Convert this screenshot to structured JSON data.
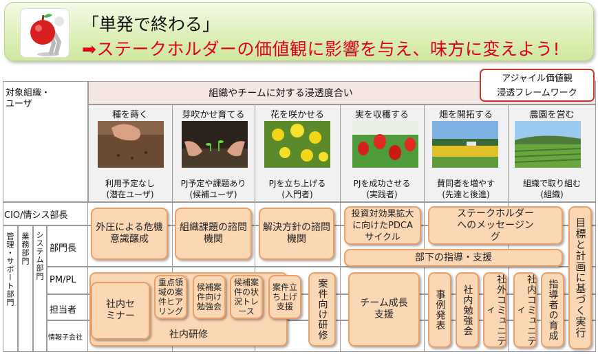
{
  "banner": {
    "line1": "「単発で終わる」",
    "line2_arrow": "➡",
    "line2": "ステークホルダーの価値観に影響を与え、味方に変えよう!"
  },
  "callout": {
    "line1": "アジャイル価値観",
    "line2": "浸透フレームワーク"
  },
  "header": {
    "org_label_1": "対象組織・",
    "org_label_2": "ユーザ",
    "main_title": "組織やチームに対する浸透度合い"
  },
  "stages": [
    {
      "title": "種を蒔く",
      "desc1": "利用予定なし",
      "desc2": "(潜在ユーザ)"
    },
    {
      "title": "芽吹かせ育てる",
      "desc1": "PJ予定や課題あり",
      "desc2": "(候補ユーザ)"
    },
    {
      "title": "花を咲かせる",
      "desc1": "PJを立ち上げる",
      "desc2": "(入門者)"
    },
    {
      "title": "実を収穫する",
      "desc1": "PJを成功させる",
      "desc2": "(実践者)"
    },
    {
      "title": "畑を開拓する",
      "desc1": "賛同者を増やす",
      "desc2": "(先達と後進)"
    },
    {
      "title": "農園を営む",
      "desc1": "組織で取り組む",
      "desc2": "(組織)"
    }
  ],
  "rows": {
    "cio": "CIO/情シス部長",
    "mgmt": "管理・サポート部門",
    "biz": "業務部門",
    "sys": "システム部門",
    "manager": "部門長",
    "pm": "PM/PL",
    "staff": "担当者",
    "subsidiary": "情報子会社"
  },
  "boxes": {
    "b1": "外圧による危機意識醸成",
    "b2": "組織課題の諮問機関",
    "b3": "解決方針の諮問機関",
    "b4": "投資対効果拡大に向けたPDCAサイクル",
    "b5": "ステークホルダーへのメッセージング",
    "b6": "目標と計画に基づく実行",
    "b7": "部下の指導・支援",
    "seminar": "社内セミナー",
    "training": "社内研修",
    "s1": "重点領域の案件ヒアリング",
    "s2": "候補案件向け勉強会",
    "s3": "候補案件の状況トレース",
    "s4": "案件立ち上げ支援",
    "s5": "案件向け研修",
    "team": "チーム成長支援",
    "v1": "事例発表",
    "v2": "社内勉強会",
    "v3": "社外コミュニティ",
    "v4": "社内コミュニティ",
    "v5": "指導者の育成"
  }
}
